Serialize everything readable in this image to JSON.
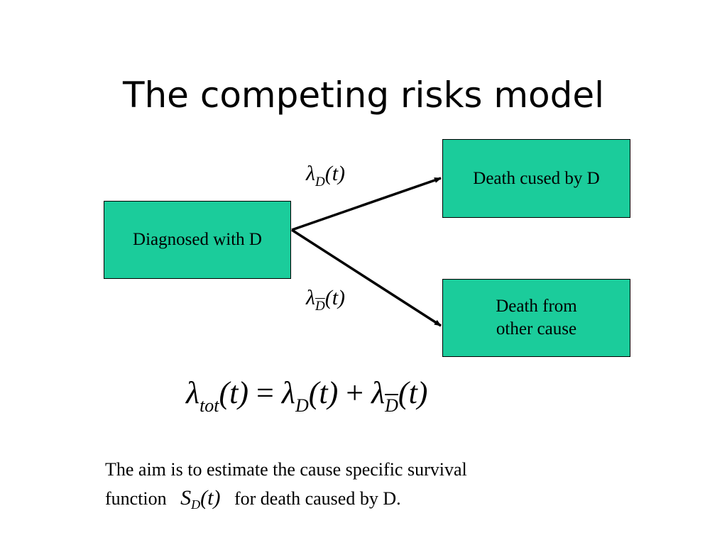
{
  "slide": {
    "title": "The competing risks model"
  },
  "diagram": {
    "nodes": {
      "source": "Diagnosed with D",
      "target_d": "Death cused by D",
      "target_other_line1": "Death from",
      "target_other_line2": "other cause"
    },
    "edges": [
      {
        "from": "source",
        "to": "target_d",
        "label_symbol": "λ",
        "label_sub": "D",
        "label_arg": "(t)"
      },
      {
        "from": "source",
        "to": "target_other",
        "label_symbol": "λ",
        "label_sub": "D",
        "label_sub_overline": true,
        "label_arg": "(t)"
      }
    ]
  },
  "equation": {
    "lhs_symbol": "λ",
    "lhs_sub": "tot",
    "lhs_arg": "(t)",
    "equals": "=",
    "t1_symbol": "λ",
    "t1_sub": "D",
    "t1_arg": "(t)",
    "plus": "+",
    "t2_symbol": "λ",
    "t2_sub": "D",
    "t2_arg": "(t)"
  },
  "note": {
    "line1": "The aim is to estimate the cause specific survival",
    "prefix": "function",
    "s_symbol": "S",
    "s_sub": "D",
    "s_arg": "(t)",
    "suffix": "for death caused by D."
  },
  "colors": {
    "box_fill": "#1bcc9b",
    "stroke": "#000000"
  }
}
